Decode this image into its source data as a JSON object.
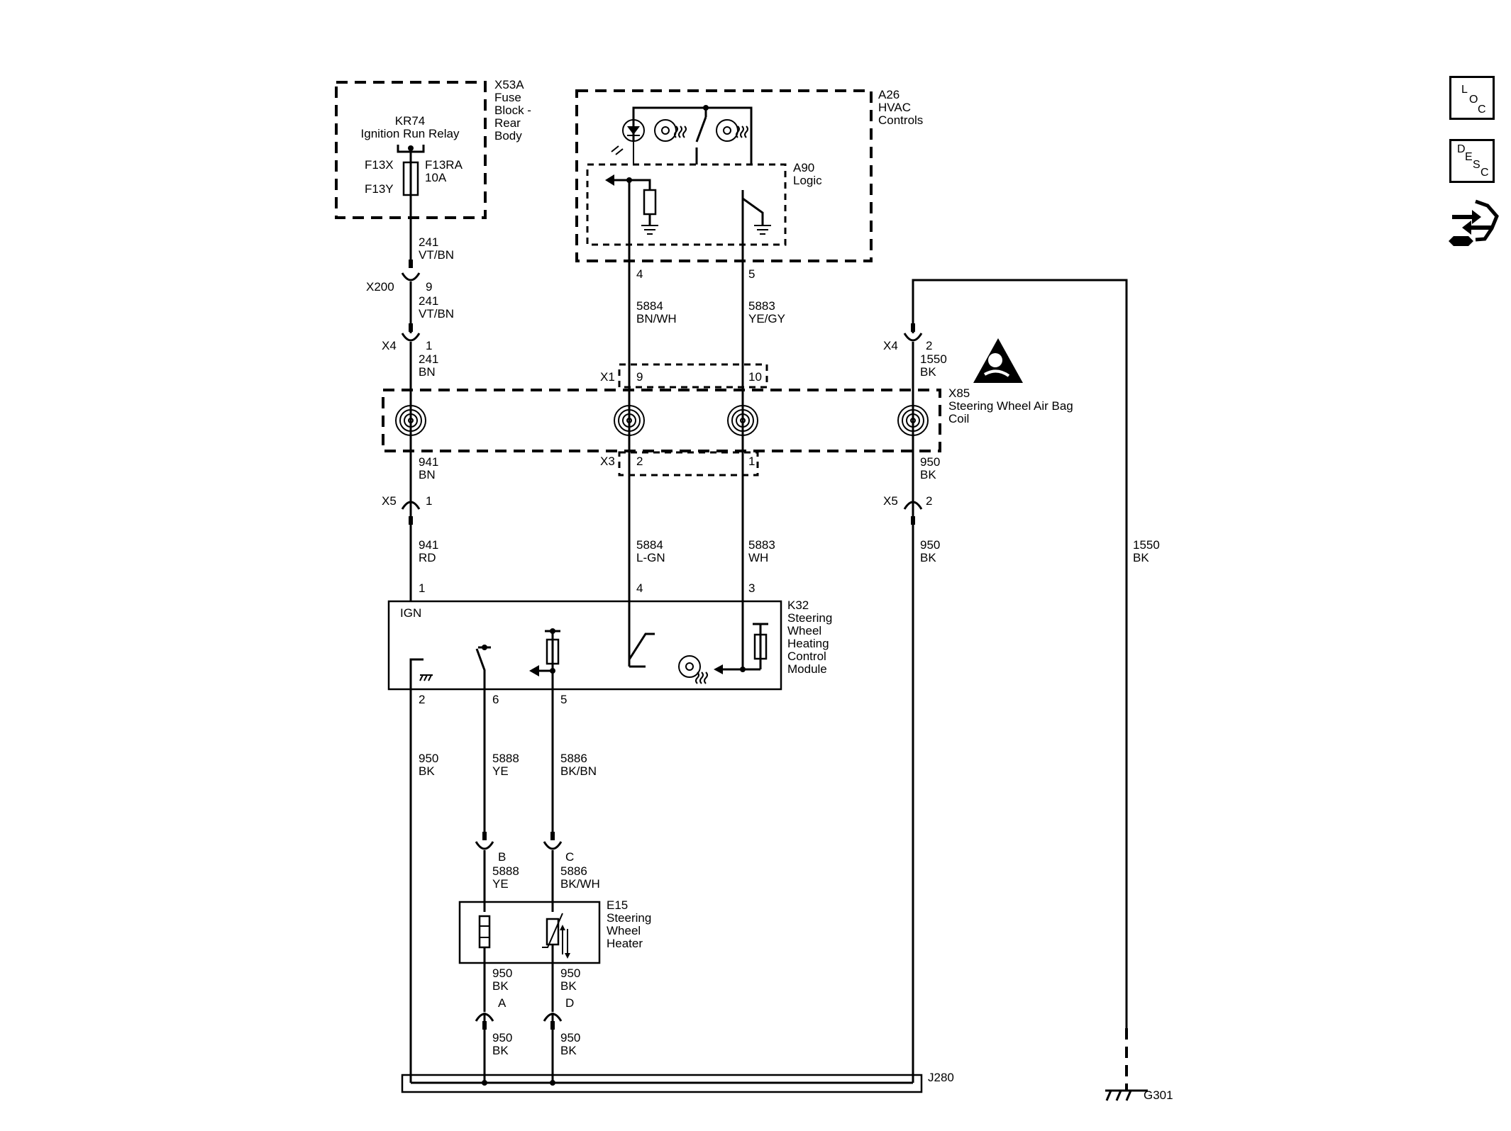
{
  "fuse_block": {
    "id": "X53A",
    "name_lines": [
      "Fuse",
      "Block -",
      "Rear",
      "Body"
    ]
  },
  "relay": {
    "id": "KR74",
    "name": "Ignition Run Relay"
  },
  "fuse": {
    "term_in": "F13X",
    "term_out": "F13Y",
    "id": "F13RA",
    "rating": "10A"
  },
  "hvac": {
    "id": "A26",
    "name_lines": [
      "HVAC",
      "Controls"
    ]
  },
  "logic": {
    "id": "A90",
    "name": "Logic"
  },
  "airbag_coil": {
    "id": "X85",
    "name_lines": [
      "Steering Wheel Air Bag",
      "Coil"
    ]
  },
  "module": {
    "id": "K32",
    "name_lines": [
      "Steering",
      "Wheel",
      "Heating",
      "Control",
      "Module"
    ],
    "ign_label": "IGN"
  },
  "heater": {
    "id": "E15",
    "name_lines": [
      "Steering",
      "Wheel",
      "Heater"
    ]
  },
  "splice": {
    "id": "J280"
  },
  "ground": {
    "id": "G301"
  },
  "connectors": {
    "x200": "X200",
    "x4_left": "X4",
    "x4_right": "X4",
    "x1": "X1",
    "x3": "X3",
    "x5_left": "X5",
    "x5_right": "X5"
  },
  "pins": {
    "x200": "9",
    "x4_left": "1",
    "x4_right": "2",
    "x1_a": "9",
    "x1_b": "10",
    "x3_a": "2",
    "x3_b": "1",
    "x5_left": "1",
    "x5_right": "2",
    "hvac_4": "4",
    "hvac_5": "5",
    "k32_1": "1",
    "k32_4": "4",
    "k32_3": "3",
    "k32_2": "2",
    "k32_6": "6",
    "k32_5": "5",
    "e15_b": "B",
    "e15_c": "C",
    "e15_a": "A",
    "e15_d": "D"
  },
  "wires": {
    "w1": [
      "241",
      "VT/BN"
    ],
    "w2": [
      "241",
      "VT/BN"
    ],
    "w3": [
      "241",
      "BN"
    ],
    "w4": [
      "941",
      "BN"
    ],
    "w5": [
      "941",
      "RD"
    ],
    "w6": [
      "5884",
      "BN/WH"
    ],
    "w7": [
      "5884",
      "L-GN"
    ],
    "w8": [
      "5883",
      "YE/GY"
    ],
    "w9": [
      "5883",
      "WH"
    ],
    "w10": [
      "1550",
      "BK"
    ],
    "w11": [
      "950",
      "BK"
    ],
    "w12": [
      "950",
      "BK"
    ],
    "w13": [
      "1550",
      "BK"
    ],
    "w14": [
      "950",
      "BK"
    ],
    "w15": [
      "5888",
      "YE"
    ],
    "w16": [
      "5886",
      "BK/BN"
    ],
    "w17": [
      "5888",
      "YE"
    ],
    "w18": [
      "5886",
      "BK/WH"
    ],
    "w19": [
      "950",
      "BK"
    ],
    "w20": [
      "950",
      "BK"
    ],
    "w21": [
      "950",
      "BK"
    ],
    "w22": [
      "950",
      "BK"
    ]
  },
  "sidebar": {
    "loc": [
      "L",
      "O",
      "C"
    ],
    "desc": [
      "D",
      "E",
      "S",
      "C"
    ]
  }
}
